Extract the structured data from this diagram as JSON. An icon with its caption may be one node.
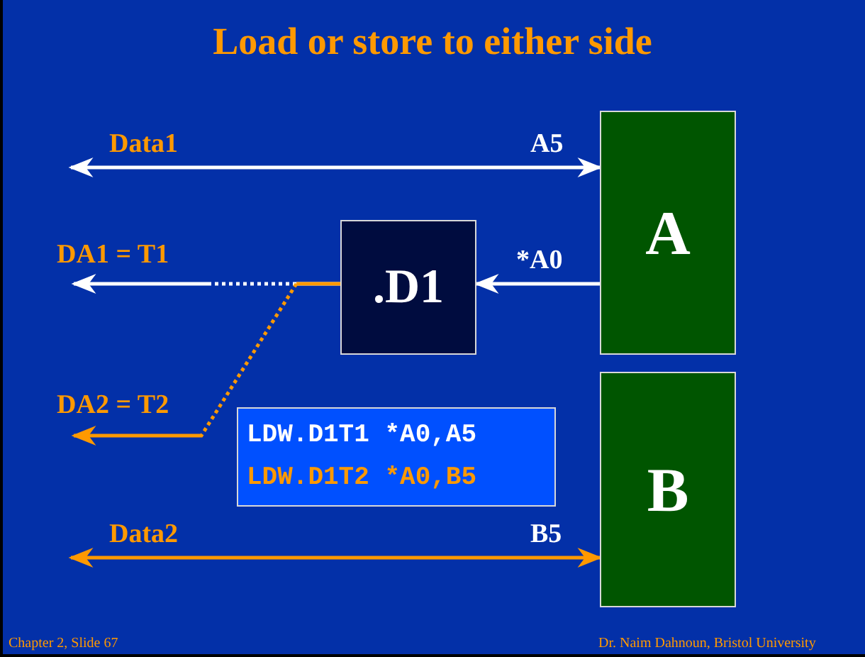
{
  "diagram": {
    "title": "Load or store to either side",
    "nodes": [
      {
        "text": [
          "A"
        ]
      },
      {
        "text": [
          "B"
        ]
      },
      {
        "text": [
          ".D1"
        ]
      },
      {
        "text": [
          "LDW.D1T1 *A0,A5",
          "LDW.D1T2 *A0,B5"
        ]
      }
    ],
    "edges": [
      {
        "from": null,
        "to": 0,
        "arrow": "both",
        "label": "Data1"
      },
      {
        "from": 0,
        "to": 2,
        "arrow": "to",
        "label": "*A0"
      },
      {
        "from": 2,
        "to": null,
        "arrow": "to",
        "label": "DA1 = T1",
        "style": "dashed"
      },
      {
        "from": 2,
        "to": null,
        "arrow": "to",
        "label": "DA2 = T2",
        "style": "dashed",
        "color": "#ff9900"
      },
      {
        "from": null,
        "to": 1,
        "arrow": "both",
        "label": "Data2",
        "color": "#ff9900"
      }
    ],
    "labels": [
      "A5",
      "B5",
      "Chapter 2, Slide 67",
      "Dr. Naim Dahnoun, Bristol University"
    ]
  }
}
